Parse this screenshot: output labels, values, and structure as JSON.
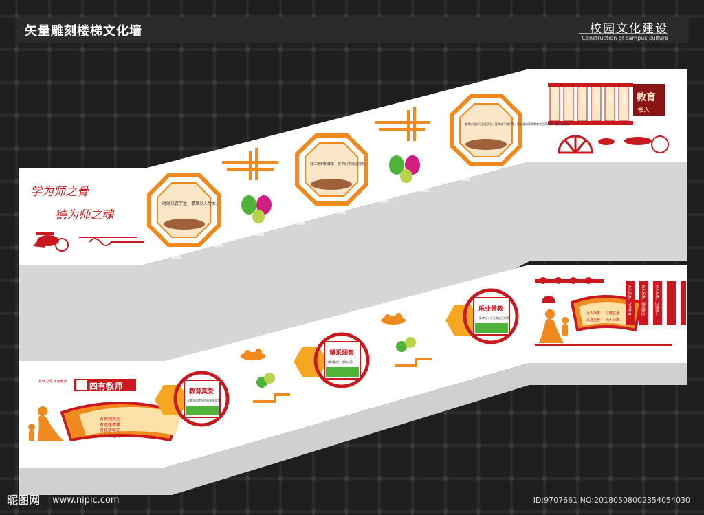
{
  "header": {
    "title": "矢量雕刻楼梯文化墙",
    "right_title": "校园文化建设",
    "right_subtitle": "Construction of campus culture"
  },
  "upper_wall": {
    "motto_line1": "学为师之骨",
    "motto_line2": "德为师之魂",
    "frame1_text": "时时以百学生，事事以人为本。",
    "frame2_text": "线三地积和尊敬，孩不们平凉固茂我。",
    "frame3_text": "教师应该学习热爱学生，接种点不相平等，用自身的事情教育学生养成作，是学生真正",
    "poem_cols": [
      "以得学生",
      "以精育人",
      "以心育人",
      "以身作则",
      "以博学",
      "乐于奉献"
    ],
    "seal_big": "教育",
    "seal_small": "书人"
  },
  "lower_wall": {
    "title_badge": "四有教师",
    "fan_lines": [
      "有理想信念",
      "有道德情操",
      "有扎实学识",
      "有仁爱之心"
    ],
    "small_stamp": "身体力行 身德教育",
    "circle1_title": "教育真爱",
    "circle1_text": "让教学温度呵护幼孩成长力",
    "circle2_title": "博采润智",
    "circle2_text": "博学勤学，格物心致",
    "circle3_title": "乐业善教",
    "circle3_text": "一脉传心，乐业做自己的师",
    "right_fan_lines": [
      "为人师表",
      "以德立身",
      "以身立教",
      "为人师表"
    ],
    "right_banners": [
      "为人师表，立学修身",
      "为人师表，爱岗敬业",
      "为人师表，立德树人"
    ]
  },
  "footer": {
    "logo_text": "昵图网",
    "url": "www.nipic.com",
    "id_text": "ID:9707661 NO:20180508002354054030"
  },
  "colors": {
    "orange": "#f08a1e",
    "red": "#c8191e",
    "green": "#4fb33a",
    "wall": "#ffffff",
    "stair": "#d9d9d9"
  }
}
